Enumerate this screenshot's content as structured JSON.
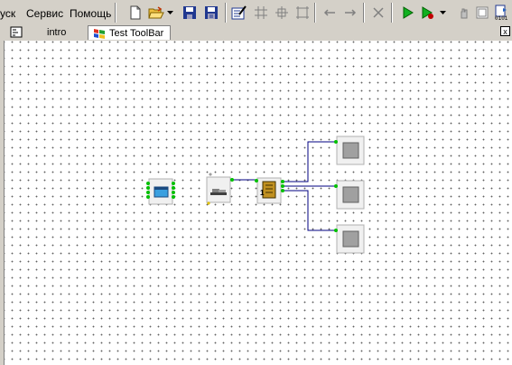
{
  "menu": {
    "items": [
      {
        "name": "menu-launch",
        "label": "уск"
      },
      {
        "name": "menu-service",
        "label": "Сервис"
      },
      {
        "name": "menu-help",
        "label": "Помощь"
      }
    ]
  },
  "toolbar": {
    "buttons": [
      {
        "name": "new-document-button",
        "icon": "new-document-icon"
      },
      {
        "name": "open-folder-button",
        "icon": "open-folder-icon"
      },
      {
        "name": "open-dropdown-button",
        "icon": "chevron-down-icon"
      },
      {
        "name": "save-button",
        "icon": "save-icon"
      },
      {
        "name": "save-all-button",
        "icon": "save-all-icon"
      },
      {
        "name": "properties-button",
        "icon": "properties-edit-icon"
      },
      {
        "name": "grid-button",
        "icon": "grid-icon"
      },
      {
        "name": "snap-button",
        "icon": "crosshair-icon"
      },
      {
        "name": "frame-button",
        "icon": "frame-icon"
      },
      {
        "name": "back-button",
        "icon": "arrow-left-icon"
      },
      {
        "name": "forward-button",
        "icon": "arrow-right-icon"
      },
      {
        "name": "delete-button",
        "icon": "delete-cross-icon"
      },
      {
        "name": "run-button",
        "icon": "play-icon"
      },
      {
        "name": "run-debug-button",
        "icon": "play-debug-icon"
      },
      {
        "name": "run-dropdown-button",
        "icon": "chevron-down-icon"
      },
      {
        "name": "step-button",
        "icon": "hand-icon"
      },
      {
        "name": "window-button",
        "icon": "window-icon"
      },
      {
        "name": "binary-export-button",
        "icon": "binary-export-icon"
      }
    ]
  },
  "tabs": [
    {
      "name": "tab-intro",
      "label": "intro",
      "active": false
    },
    {
      "name": "tab-test-toolbar",
      "label": "Test ToolBar",
      "active": true
    }
  ],
  "tab_close_label": "x",
  "diagram": {
    "components": [
      {
        "name": "form-component",
        "icon": "window-form-icon"
      },
      {
        "name": "toolbar-component",
        "icon": "toolbar-icon"
      },
      {
        "name": "index-selector-component",
        "icon": "index-selector-icon"
      },
      {
        "name": "button-component-1",
        "icon": "gray-square-icon"
      },
      {
        "name": "button-component-2",
        "icon": "gray-square-icon"
      },
      {
        "name": "button-component-3",
        "icon": "gray-square-icon"
      }
    ],
    "colors": {
      "wire": "#000080",
      "pin": "#00c000",
      "pin_alt": "#ffd700",
      "canvas_dots": "#606060"
    }
  }
}
